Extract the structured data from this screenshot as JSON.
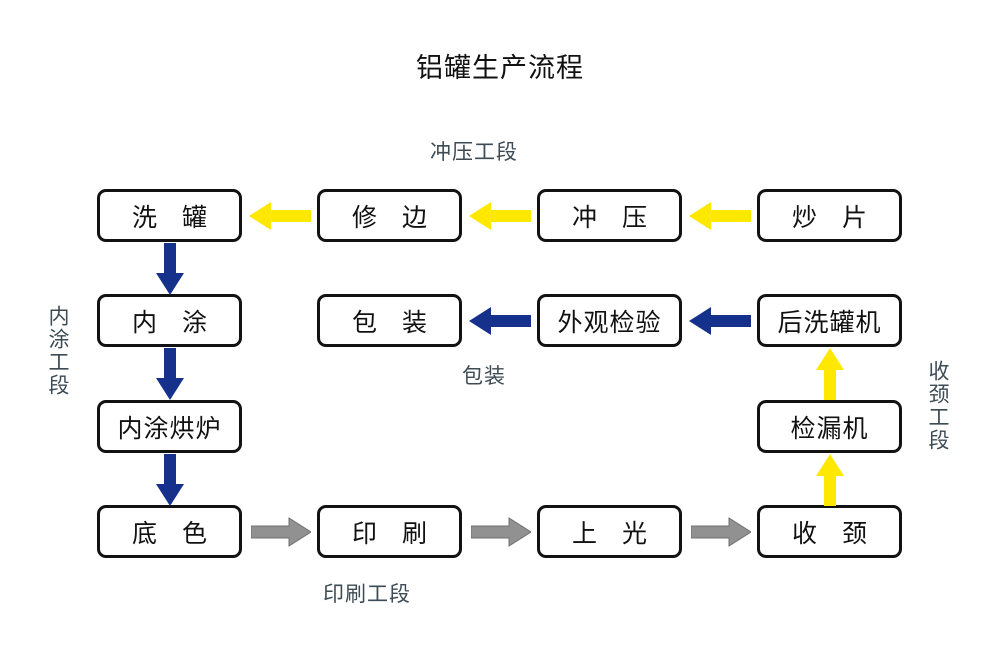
{
  "title": "铝罐生产流程",
  "colors": {
    "yellow_arrow": "#FFE800",
    "blue_arrow": "#15318C",
    "gray_arrow": "#919191",
    "box_border": "#121212",
    "caption_text": "#3d4b54",
    "background": "#FFFFFF"
  },
  "sections": {
    "stamping": "冲压工段",
    "packaging": "包装",
    "printing": "印刷工段",
    "inner_coating": "内涂工段",
    "necking": "收颈工段"
  },
  "nodes": {
    "wash_can": "洗 罐",
    "trim": "修 边",
    "stamping": "冲 压",
    "blank": "炒 片",
    "inner_coat": "内 涂",
    "packing": "包 装",
    "appearance_inspect": "外观检验",
    "post_washer": "后洗罐机",
    "inner_coat_oven": "内涂烘炉",
    "leak_tester": "检漏机",
    "base_color": "底 色",
    "print": "印 刷",
    "varnish": "上 光",
    "necking": "收 颈"
  },
  "flow": {
    "row1": [
      "炒 片",
      "冲 压",
      "修 边",
      "洗 罐"
    ],
    "row2": [
      "后洗罐机",
      "外观检验",
      "包 装"
    ],
    "row4": [
      "底 色",
      "印 刷",
      "上 光",
      "收 颈"
    ],
    "left_chain": [
      "洗 罐",
      "内 涂",
      "内涂烘炉",
      "底 色"
    ],
    "right_chain": [
      "收 颈",
      "检漏机",
      "后洗罐机"
    ]
  }
}
